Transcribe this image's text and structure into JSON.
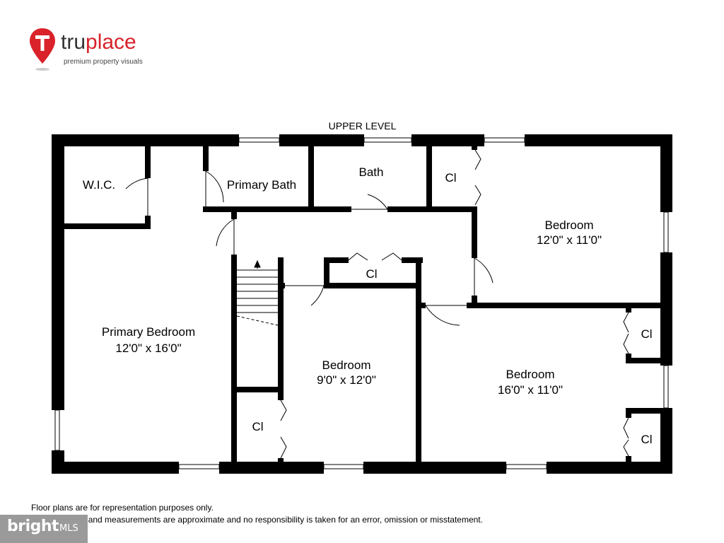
{
  "branding": {
    "logo_icon": "truplace-pin-logo",
    "brand_name_tru": "tru",
    "brand_name_place": "place",
    "tagline": "premium property visuals",
    "brand_color": "#d9222a"
  },
  "plan": {
    "level_title": "UPPER LEVEL",
    "rooms": {
      "wic": "W.I.C.",
      "primary_bath": "Primary Bath",
      "bath": "Bath",
      "cl_top_right": "Cl",
      "bedroom_ne_name": "Bedroom",
      "bedroom_ne_dims": "12'0\" x 11'0\"",
      "cl_center": "Cl",
      "primary_bedroom_name": "Primary Bedroom",
      "primary_bedroom_dims": "12'0\" x 16'0\"",
      "bedroom_center_name": "Bedroom",
      "bedroom_center_dims": "9'0\" x 12'0\"",
      "bedroom_se_name": "Bedroom",
      "bedroom_se_dims": "16'0\" x 11'0\"",
      "cl_right_upper": "Cl",
      "cl_right_lower": "Cl",
      "cl_bottom_left": "Cl"
    }
  },
  "footer": {
    "line1": "Floor plans are for representation purposes only.",
    "line2": "All dimensions and measurements are approximate and no responsibility is taken for an error, omission or misstatement."
  },
  "watermark": {
    "bright": "bright",
    "mls": "MLS"
  }
}
